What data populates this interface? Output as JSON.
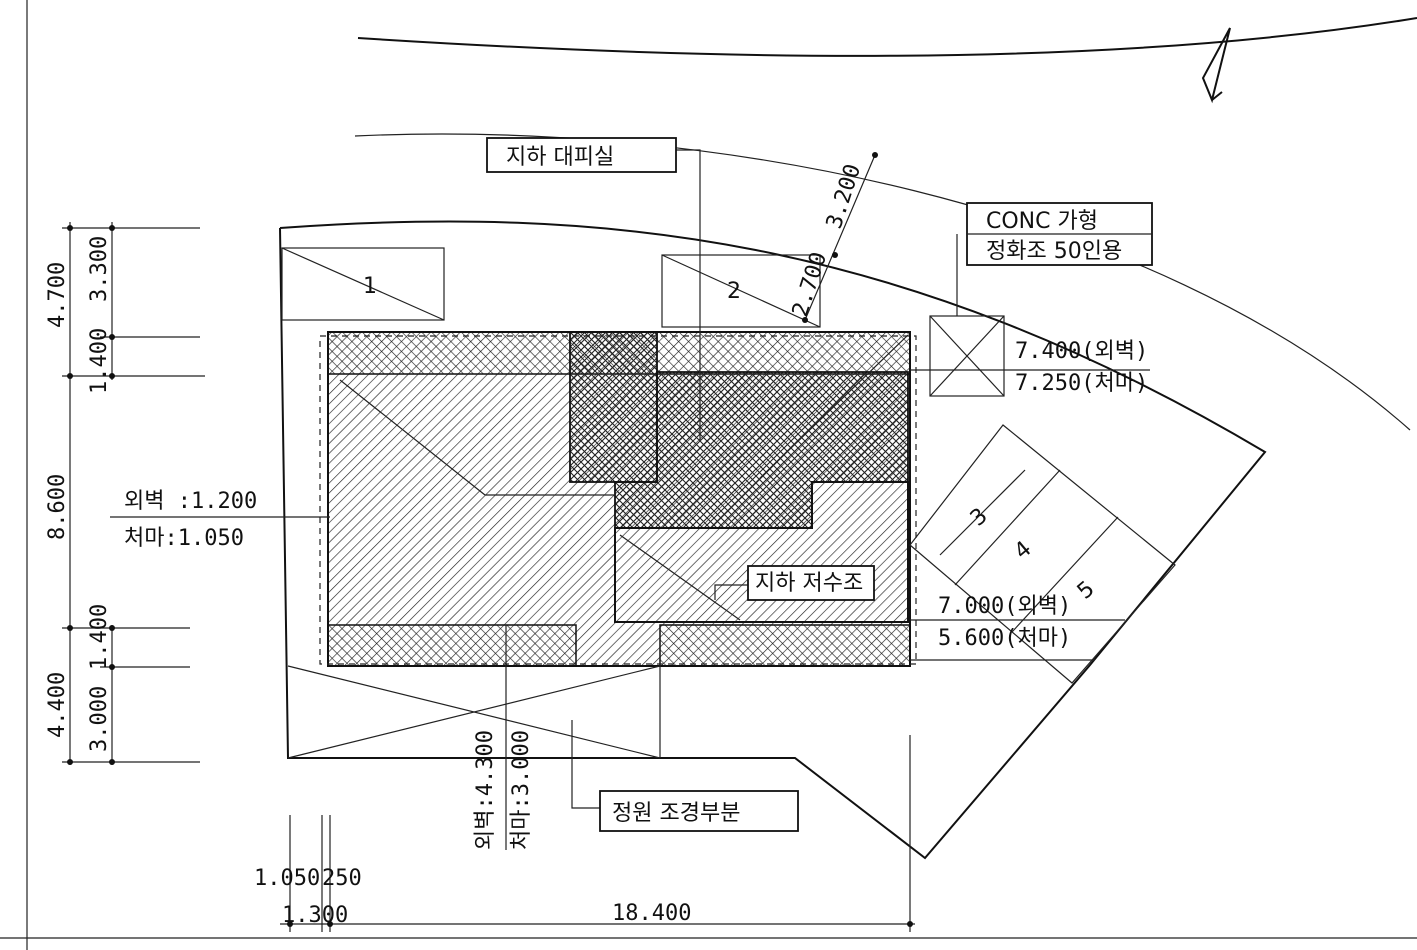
{
  "labels": {
    "basement_shelter": "지하 대피실",
    "conc_type": "CONC 가형",
    "septic_capacity": "정화조 50인용",
    "basement_water_tank": "지하 저수조",
    "front_garden": "정원 조경부분"
  },
  "parking_slots": [
    "1",
    "2",
    "3",
    "4",
    "5"
  ],
  "setbacks": {
    "left_wall": "외벽 :1.200",
    "left_eave": "처마:1.050",
    "right_top_wall": "7.400(외벽)",
    "right_top_eave": "7.250(처마)",
    "right_bottom_wall": "7.000(외벽)",
    "right_bottom_eave": "5.600(처마)",
    "bottom_wall": "외벽:4.300",
    "bottom_eave": "처마:3.000"
  },
  "dimensions": {
    "left_total_top": "4.700",
    "left_top_a": "3.300",
    "left_top_b": "1.400",
    "left_middle": "8.600",
    "left_total_bottom": "4.400",
    "left_bottom_a": "1.400",
    "left_bottom_b": "3.000",
    "top_diag_a": "3.200",
    "top_diag_b": "2.700",
    "bottom_small_a": "1.050",
    "bottom_small_b": "250",
    "bottom_small_total": "1.300",
    "bottom_total": "18.400"
  },
  "north_arrow": "north-arrow"
}
